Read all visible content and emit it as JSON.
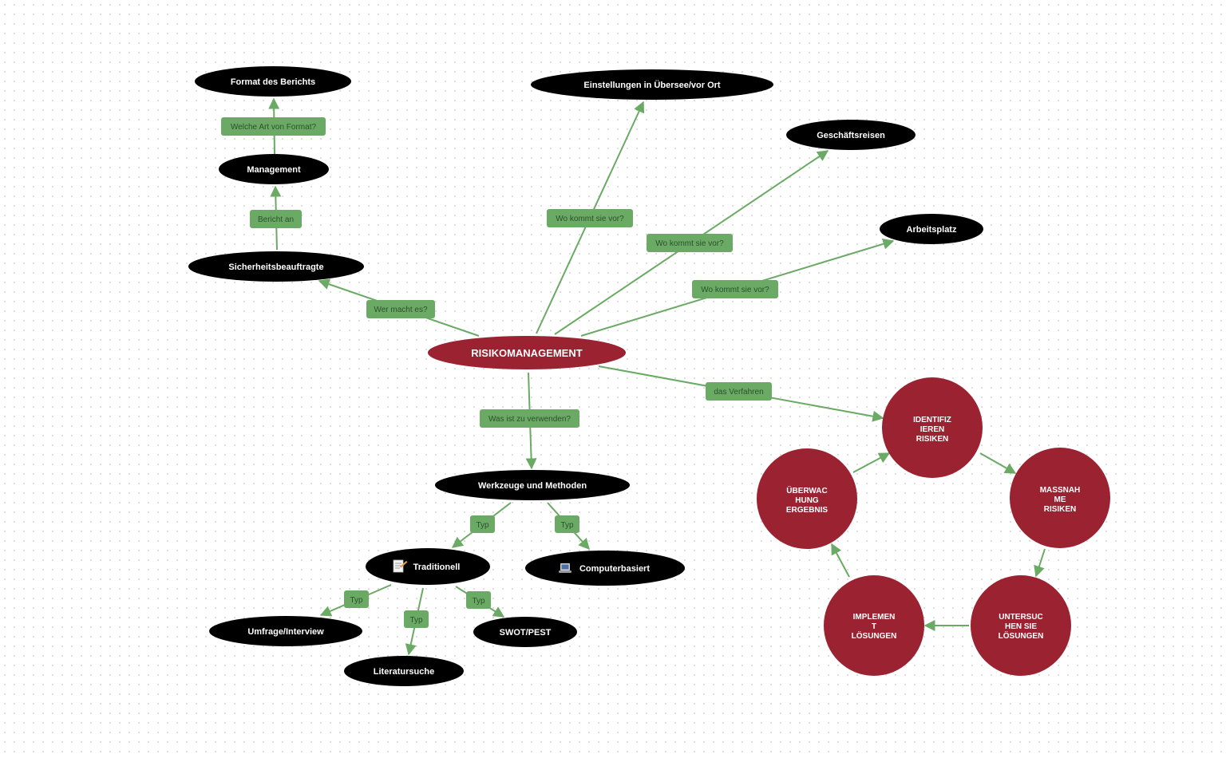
{
  "colors": {
    "node_black": "#000000",
    "node_red": "#9b2230",
    "edge_green": "#6aaa64",
    "label_green": "#6aaa64",
    "label_text": "#2f4f2f",
    "node_text": "#ffffff"
  },
  "map": {
    "central": {
      "label": "RISIKOMANAGEMENT"
    },
    "nodes": {
      "format": "Format des Berichts",
      "management": "Management",
      "sicherheit": "Sicherheitsbeauftragte",
      "einstellungen": "Einstellungen in Übersee/vor Ort",
      "reisen": "Geschäftsreisen",
      "arbeitsplatz": "Arbeitsplatz",
      "werkzeuge": "Werkzeuge und Methoden",
      "traditionell": "Traditionell",
      "computer": "Computerbasiert",
      "umfrage": "Umfrage/Interview",
      "literatur": "Literatursuche",
      "swot": "SWOT/PEST"
    },
    "icons": {
      "traditionell": "document-icon",
      "computer": "laptop-icon"
    },
    "edge_labels": {
      "format_art": "Welche Art von Format?",
      "bericht_an": "Bericht an",
      "wer_macht": "Wer macht es?",
      "wo1": "Wo kommt sie vor?",
      "wo2": "Wo kommt sie vor?",
      "wo3": "Wo kommt sie vor?",
      "verfahren": "das Verfahren",
      "was_verwenden": "Was ist zu verwenden?",
      "typ_trad": "Typ",
      "typ_comp": "Typ",
      "typ_umfrage": "Typ",
      "typ_literatur": "Typ",
      "typ_swot": "Typ"
    },
    "cycle": [
      {
        "key": "identifizieren",
        "lines": [
          "IDENTIFIZ",
          "IEREN",
          "RISIKEN"
        ]
      },
      {
        "key": "massnahme",
        "lines": [
          "MASSNAH",
          "ME",
          "RISIKEN"
        ]
      },
      {
        "key": "untersuchen",
        "lines": [
          "UNTERSUC",
          "HEN SIE",
          "LÖSUNGEN"
        ]
      },
      {
        "key": "implement",
        "lines": [
          "IMPLEMEN",
          "T",
          "LÖSUNGEN"
        ]
      },
      {
        "key": "ueberwachung",
        "lines": [
          "ÜBERWAC",
          "HUNG",
          "ERGEBNIS"
        ]
      }
    ]
  }
}
